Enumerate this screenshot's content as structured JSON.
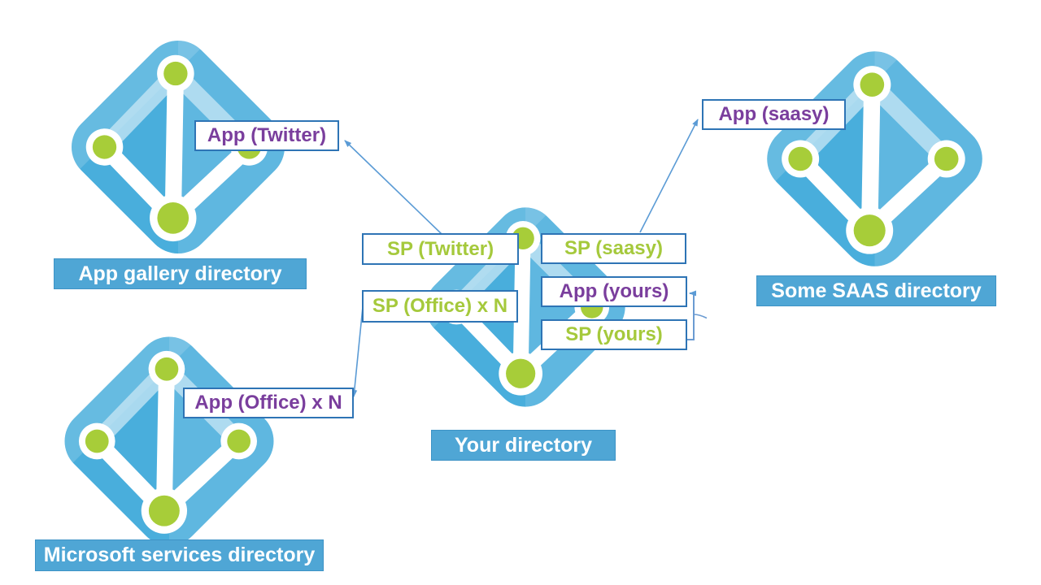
{
  "directories": [
    {
      "id": "app-gallery-directory",
      "label": "App gallery directory"
    },
    {
      "id": "microsoft-services-directory",
      "label": "Microsoft services directory"
    },
    {
      "id": "your-directory",
      "label": "Your directory"
    },
    {
      "id": "some-saas-directory",
      "label": "Some SAAS directory"
    }
  ],
  "labels": [
    {
      "id": "app-twitter",
      "text": "App (Twitter)",
      "kind": "app"
    },
    {
      "id": "app-saasy",
      "text": "App (saasy)",
      "kind": "app"
    },
    {
      "id": "sp-twitter",
      "text": "SP (Twitter)",
      "kind": "sp"
    },
    {
      "id": "sp-office-x-n",
      "text": "SP (Office) x N",
      "kind": "sp"
    },
    {
      "id": "sp-saasy",
      "text": "SP (saasy)",
      "kind": "sp"
    },
    {
      "id": "app-yours",
      "text": "App (yours)",
      "kind": "app"
    },
    {
      "id": "sp-yours",
      "text": "SP (yours)",
      "kind": "sp"
    },
    {
      "id": "app-office-x-n",
      "text": "App (Office) x N",
      "kind": "app"
    }
  ],
  "connectors": [
    {
      "id": "sp-twitter-to-app-twitter",
      "from": "sp-twitter",
      "to": "app-twitter"
    },
    {
      "id": "sp-saasy-to-app-saasy",
      "from": "sp-saasy",
      "to": "app-saasy"
    },
    {
      "id": "sp-office-to-app-office",
      "from": "sp-office-x-n",
      "to": "app-office-x-n"
    },
    {
      "id": "sp-yours-to-app-yours",
      "from": "sp-yours",
      "to": "app-yours"
    }
  ],
  "colors": {
    "app_text": "#7A3E9D",
    "sp_text": "#A5C93C",
    "box_border": "#2E74B5",
    "banner_fill": "#4FA6D5",
    "banner_text": "#FFFFFF",
    "icon_blue": "#49AEDC",
    "icon_green": "#A7CD39",
    "connector": "#5B9BD5"
  }
}
